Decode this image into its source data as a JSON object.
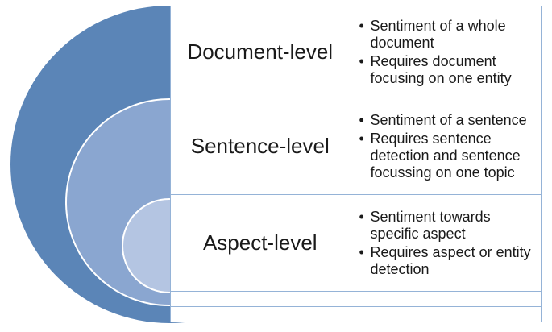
{
  "diagram": {
    "type": "nested-levels",
    "bullet_char": "•",
    "colors": {
      "outer": "#5b85b7",
      "middle": "#8aa6d0",
      "inner": "#b4c5e2",
      "row_border": "#95b3d7",
      "text": "#1a1a1a"
    },
    "rows": [
      {
        "label": "Document-level",
        "bullets": [
          "Sentiment of a whole\ndocument",
          "Requires document\nfocusing on one entity"
        ]
      },
      {
        "label": "Sentence-level",
        "bullets": [
          "Sentiment of a sentence",
          "Requires sentence\ndetection and sentence\nfocussing on one topic"
        ]
      },
      {
        "label": "Aspect-level",
        "bullets": [
          "Sentiment towards\nspecific aspect",
          "Requires aspect or entity\ndetection"
        ]
      }
    ]
  }
}
